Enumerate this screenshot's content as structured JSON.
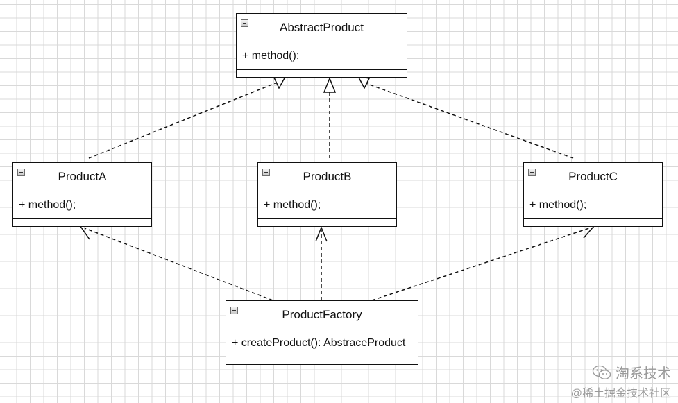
{
  "diagram": {
    "classes": {
      "abstract_product": {
        "name": "AbstractProduct",
        "operation": "+ method();"
      },
      "product_a": {
        "name": "ProductA",
        "operation": "+ method();"
      },
      "product_b": {
        "name": "ProductB",
        "operation": "+ method();"
      },
      "product_c": {
        "name": "ProductC",
        "operation": "+ method();"
      },
      "product_factory": {
        "name": "ProductFactory",
        "operation": "+ createProduct(): AbstraceProduct"
      }
    },
    "relations": [
      {
        "from": "product_a",
        "to": "abstract_product",
        "type": "realization"
      },
      {
        "from": "product_b",
        "to": "abstract_product",
        "type": "realization"
      },
      {
        "from": "product_c",
        "to": "abstract_product",
        "type": "realization"
      },
      {
        "from": "product_factory",
        "to": "product_a",
        "type": "dependency"
      },
      {
        "from": "product_factory",
        "to": "product_b",
        "type": "dependency"
      },
      {
        "from": "product_factory",
        "to": "product_c",
        "type": "dependency"
      }
    ]
  },
  "watermark": {
    "line1": "淘系技术",
    "line2": "@稀土掘金技术社区",
    "icon": "wechat-icon"
  },
  "colors": {
    "line": "#111111",
    "grid": "#d9d9d9",
    "watermark": "#9a9a9a",
    "background": "#ffffff"
  }
}
